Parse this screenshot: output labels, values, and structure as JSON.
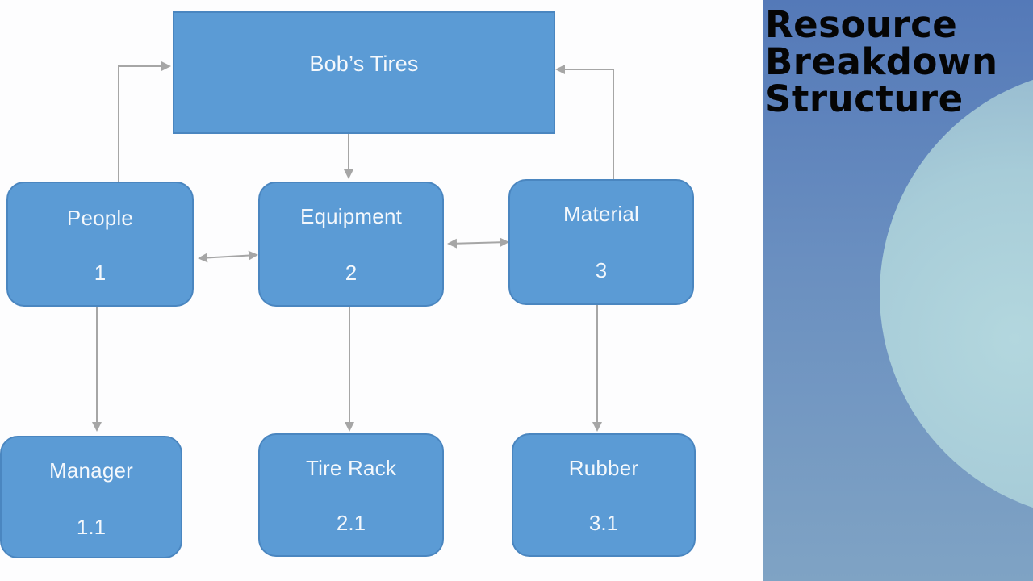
{
  "diagram": {
    "root": {
      "label": "Bob’s Tires"
    },
    "level1": [
      {
        "label": "People",
        "code": "1"
      },
      {
        "label": "Equipment",
        "code": "2"
      },
      {
        "label": "Material",
        "code": "3"
      }
    ],
    "level2": [
      {
        "label": "Manager",
        "code": "1.1"
      },
      {
        "label": "Tire Rack",
        "code": "2.1"
      },
      {
        "label": "Rubber",
        "code": "3.1"
      }
    ]
  },
  "title": {
    "line1": "Resource",
    "line2": "Breakdown",
    "line3": "Structure"
  },
  "colors": {
    "node_fill": "#5b9bd5",
    "node_border": "#4a86c0",
    "connector": "#a6a6a6",
    "panel_top": "#5479b8",
    "circle": "#a7ccd8"
  }
}
